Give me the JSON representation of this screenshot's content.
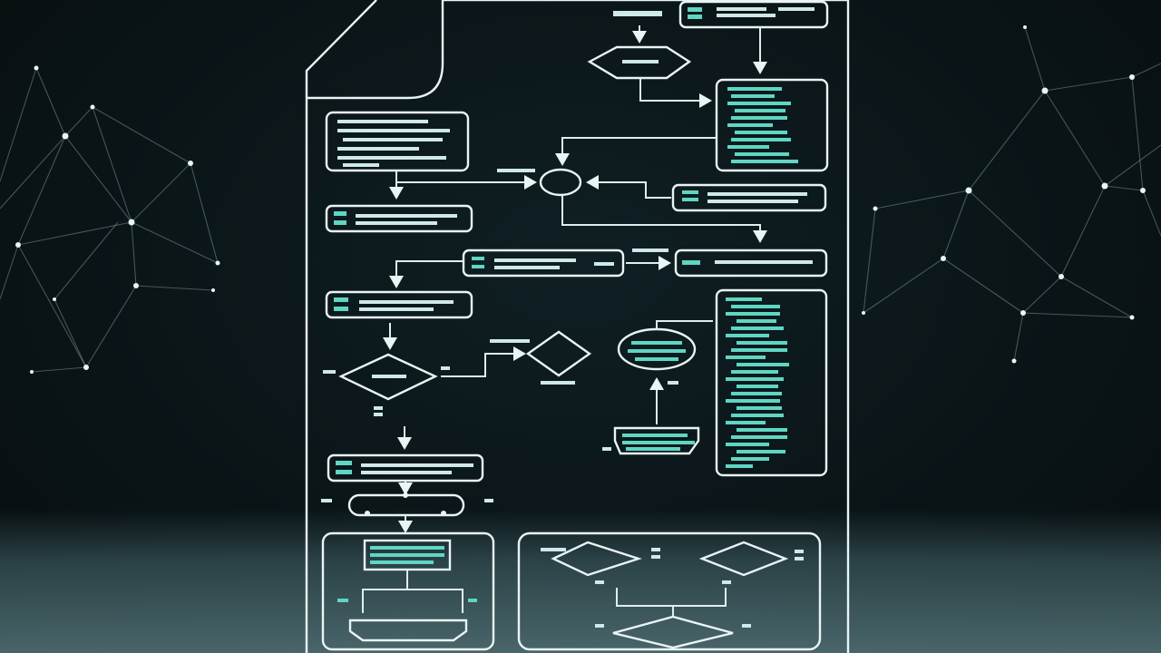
{
  "diagram": {
    "kind": "flowchart",
    "style": "neon outline on dark",
    "accent_color": "#5fd6c4",
    "line_color": "#e9f4f4",
    "background_color": "#0b1518",
    "shapes": [
      "document-frame",
      "process-box",
      "decision-diamond",
      "terminator-ellipse",
      "data-parallelogram",
      "code-panel"
    ],
    "labels_legible": false
  },
  "background": {
    "decoration": "network-constellation",
    "sides": [
      "left",
      "right"
    ]
  }
}
